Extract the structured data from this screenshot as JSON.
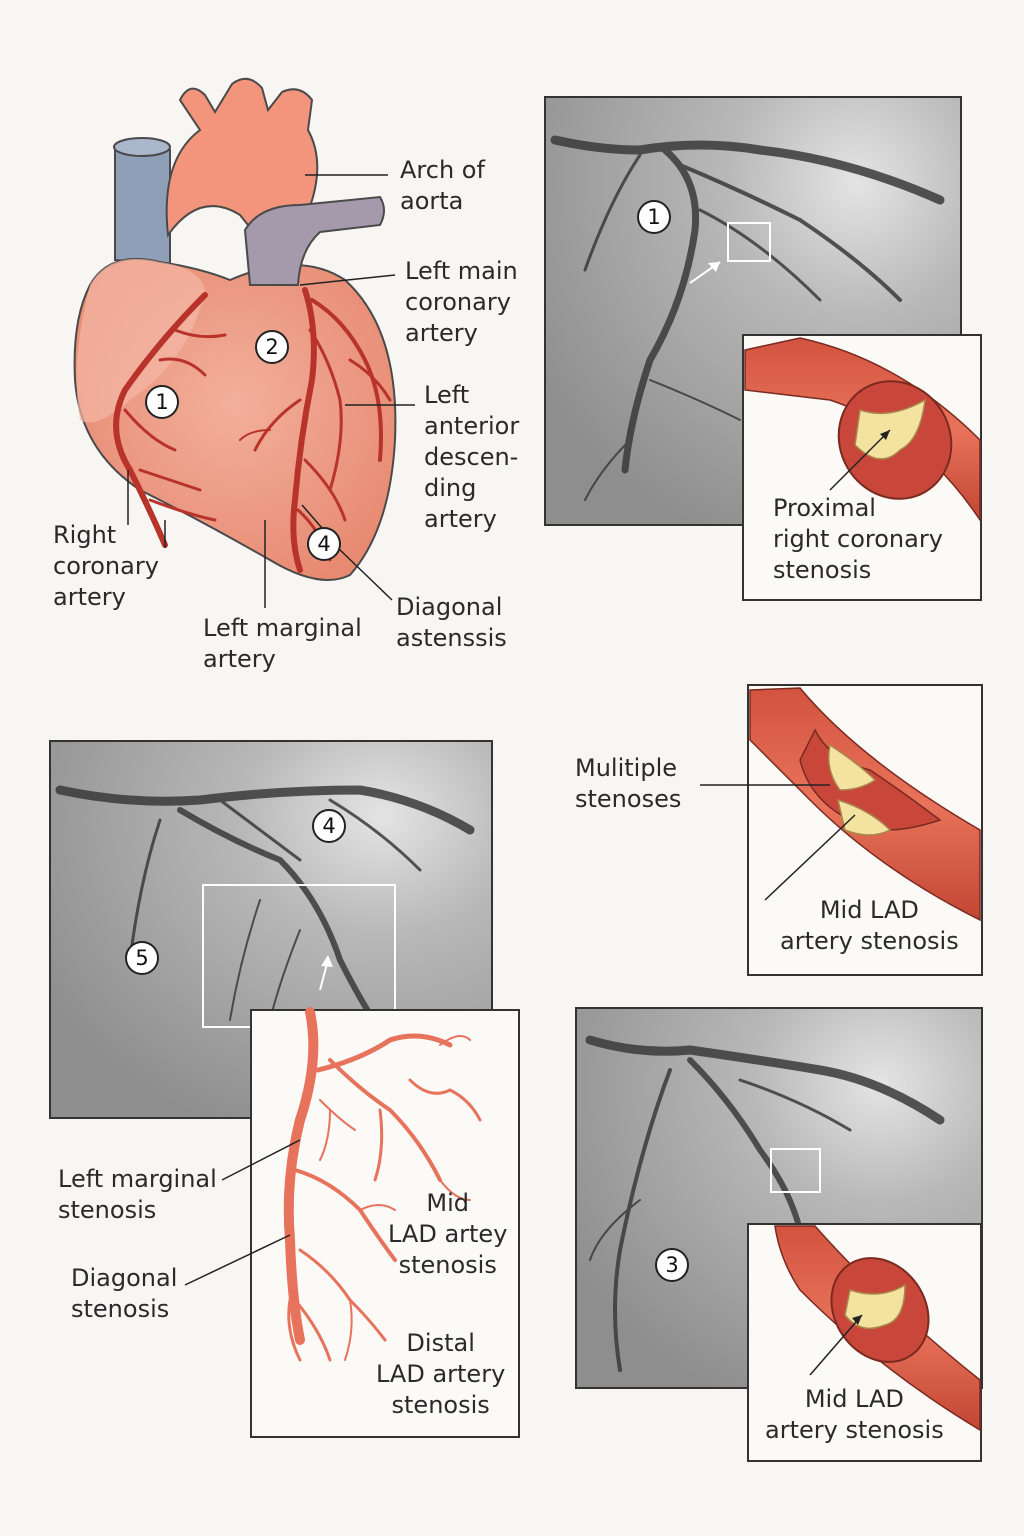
{
  "heart_diagram": {
    "labels": {
      "arch_of_aorta": "Arch of\naorta",
      "left_main_coronary": "Left main\ncoronary\nartery",
      "left_anterior_descending": "Left\nanterior\ndescen-\nding\nartery",
      "right_coronary": "Right\ncoronary\nartery",
      "left_marginal": "Left marginal\nartery",
      "diagonal": "Diagonal\nastenssis"
    },
    "markers": {
      "m1": "1",
      "m2": "2",
      "m4": "4"
    }
  },
  "angiogram_1": {
    "marker": "1",
    "inset_label": "Proximal\nright coronary\nstenosis"
  },
  "multiple_stenoses_panel": {
    "callout_label": "Mulitiple\nstenoses",
    "inset_label": "Mid LAD\nartery stenosis"
  },
  "angiogram_2": {
    "markers": {
      "m4": "4",
      "m5": "5"
    },
    "labels": {
      "left_marginal_stenosis": "Left marginal\nstenosis",
      "diagonal_stenosis": "Diagonal\nstenosis",
      "mid_lad": "Mid\nLAD artey\nstenosis",
      "distal_lad": "Distal\nLAD artery\nstenosis"
    }
  },
  "angiogram_3": {
    "marker": "3",
    "inset_label": "Mid LAD\nartery stenosis"
  },
  "colors": {
    "heart_body": "#f0a18a",
    "artery_red": "#b8332a",
    "aorta": "#f2957c",
    "vena_cava": "#8f9fb8",
    "plaque": "#f3e2a0",
    "xray_bg": "#9a9a9a",
    "inset_vessel": "#e8735c"
  }
}
